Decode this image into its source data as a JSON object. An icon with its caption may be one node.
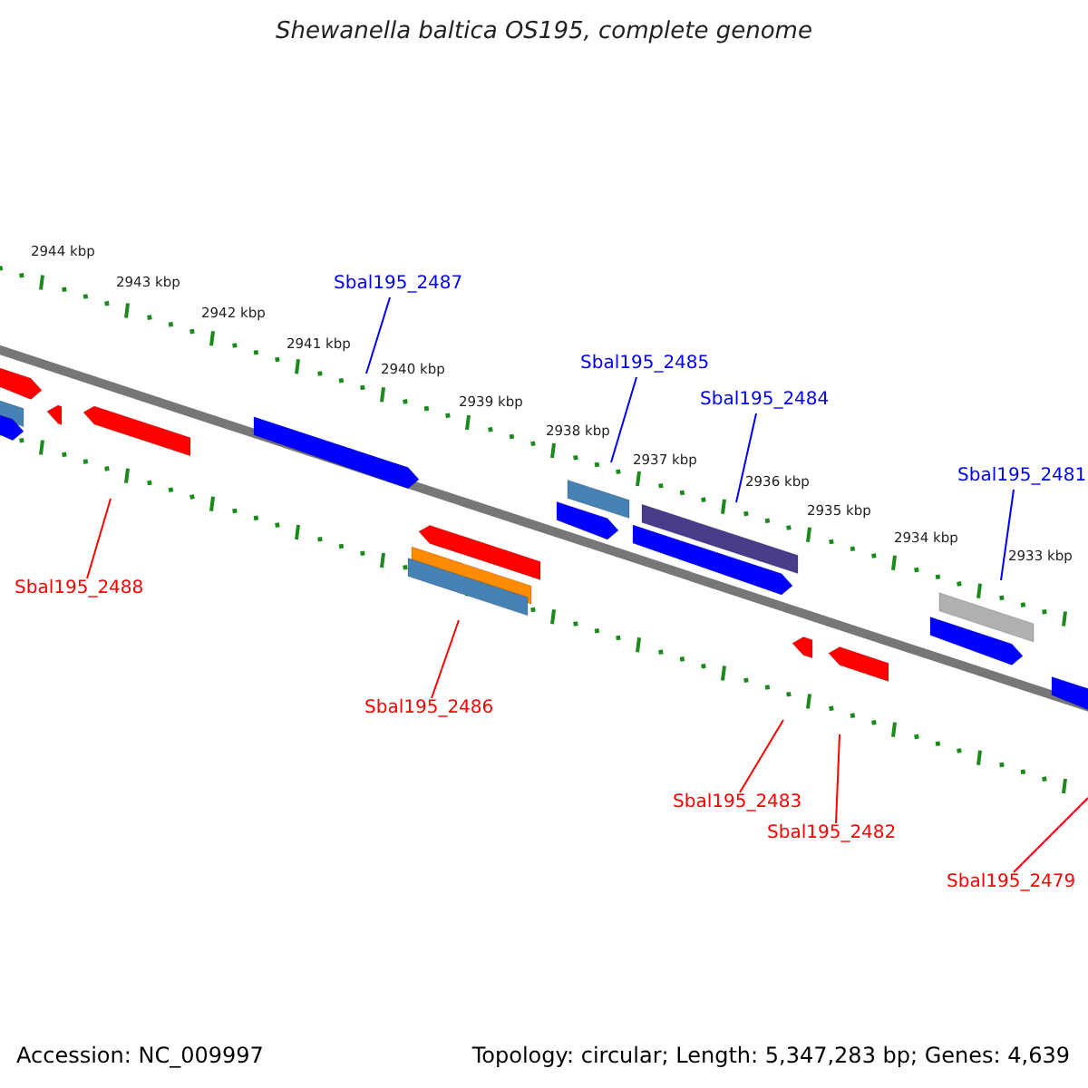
{
  "diagram": {
    "title": "Shewanella baltica OS195, complete genome",
    "nodes": [
      {
        "text": [
          "Sbal195_2487"
        ]
      },
      {
        "text": [
          "Sbal195_2485"
        ]
      },
      {
        "text": [
          "Sbal195_2484"
        ]
      },
      {
        "text": [
          "Sbal195_2481"
        ]
      },
      {
        "text": [
          "Sbal195_2488"
        ]
      },
      {
        "text": [
          "Sbal195_2486"
        ]
      },
      {
        "text": [
          "Sbal195_2483"
        ]
      },
      {
        "text": [
          "Sbal195_2482"
        ]
      },
      {
        "text": [
          "Sbal195_2479"
        ]
      }
    ],
    "edges": [
      {
        "from": 0,
        "to": null,
        "arrow": "none",
        "color": "#0000ff"
      },
      {
        "from": 1,
        "to": null,
        "arrow": "none",
        "color": "#0000ff"
      },
      {
        "from": 2,
        "to": null,
        "arrow": "none",
        "color": "#0000ff"
      },
      {
        "from": 3,
        "to": null,
        "arrow": "none",
        "color": "#0000ff"
      },
      {
        "from": 4,
        "to": null,
        "arrow": "none"
      },
      {
        "from": 5,
        "to": null,
        "arrow": "none"
      },
      {
        "from": 6,
        "to": null,
        "arrow": "none"
      },
      {
        "from": 7,
        "to": null,
        "arrow": "none"
      },
      {
        "from": 8,
        "to": null,
        "arrow": "none"
      }
    ],
    "labels": [
      "2944 kbp",
      "2943 kbp",
      "2942 kbp",
      "2941 kbp",
      "2940 kbp",
      "2939 kbp",
      "2938 kbp",
      "2937 kbp",
      "2936 kbp",
      "2935 kbp",
      "2934 kbp",
      "2933 kbp",
      "Accession: NC_009997",
      "Topology: circular; Length: 5,347,283 bp; Genes: 4,639"
    ]
  }
}
